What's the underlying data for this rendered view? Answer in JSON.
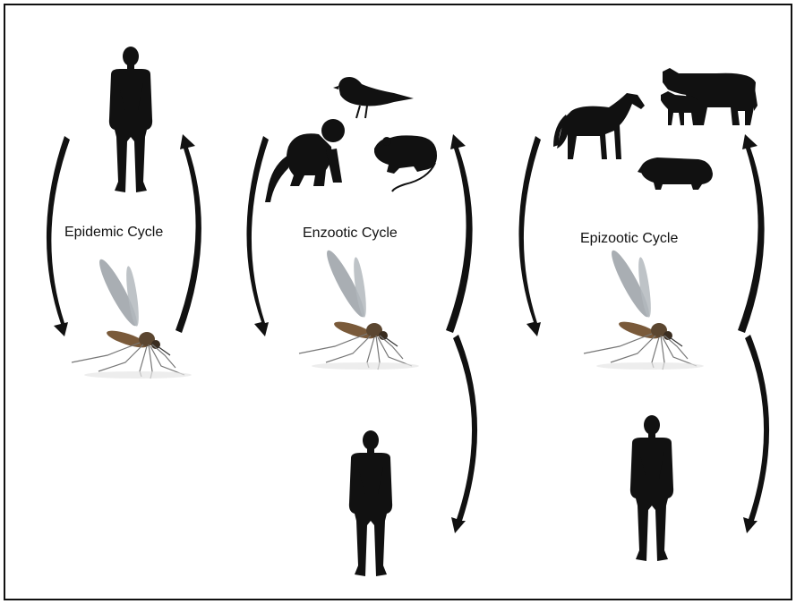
{
  "cycles": [
    {
      "label": "Epidemic Cycle"
    },
    {
      "label": "Enzootic Cycle"
    },
    {
      "label": "Epizootic Cycle"
    }
  ],
  "colors": {
    "ink": "#111111",
    "background": "#ffffff",
    "mosquito_wing": "#9aa0a6",
    "mosquito_body": "#7a5a3a"
  },
  "icons": [
    "human-silhouette-icon",
    "bird-icon",
    "monkey-icon",
    "rat-icon",
    "horse-icon",
    "cow-icon",
    "calf-icon",
    "pig-icon",
    "mosquito-icon",
    "curved-arrow-icon"
  ]
}
